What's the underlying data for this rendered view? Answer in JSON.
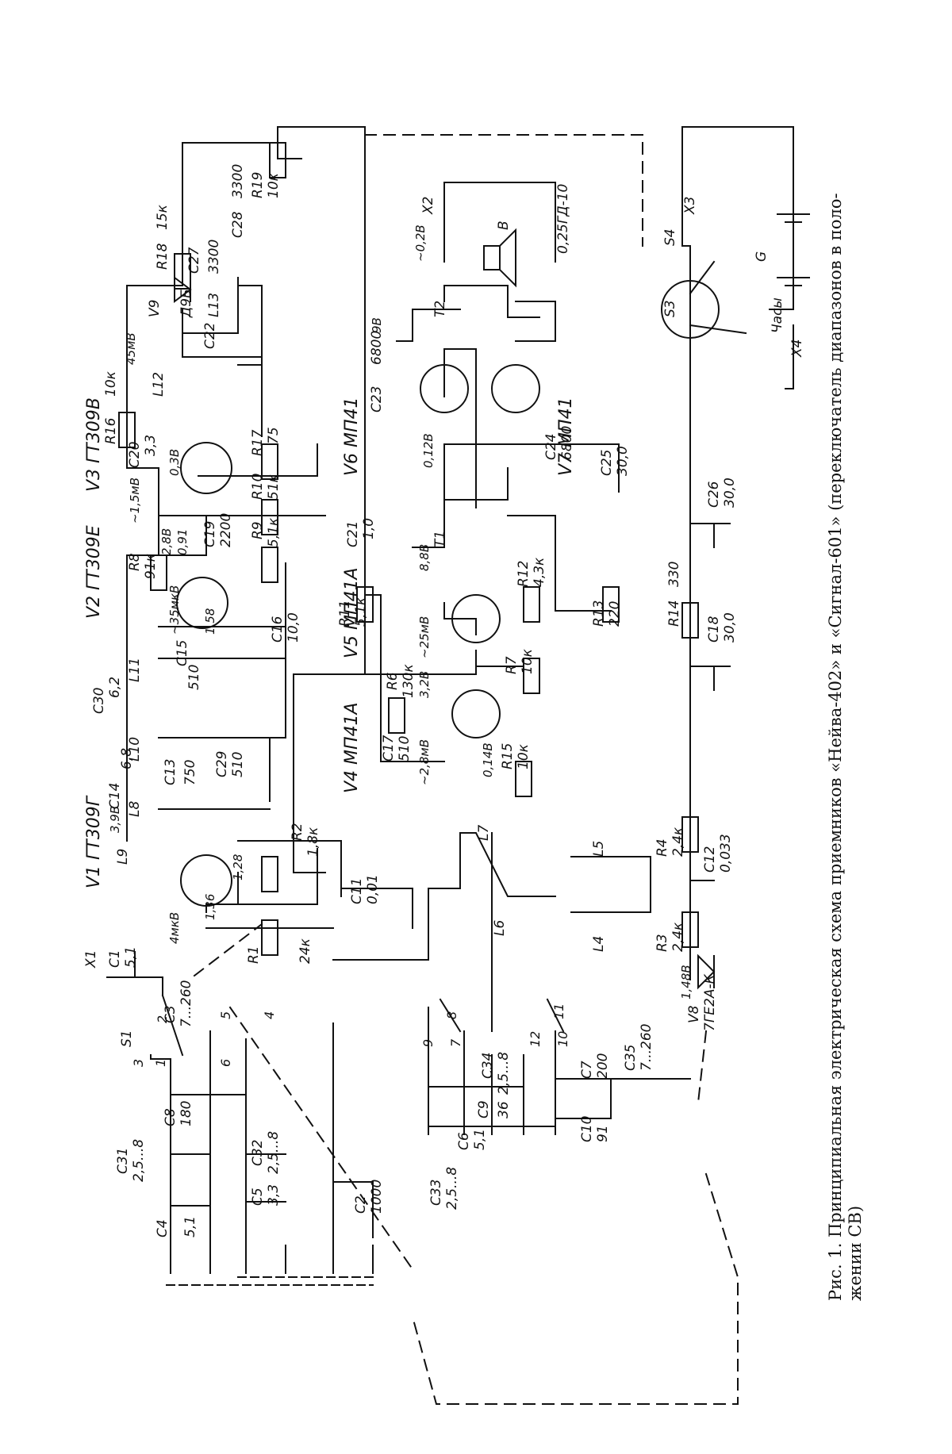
{
  "caption": {
    "line1": "Рис. 1. Принципиальная электрическая схема приемников «Нейва-402» и «Сигнал-601» (переключатель диапазонов в поло-",
    "line2": "жении СВ)"
  },
  "transistors": {
    "v1": "V1 ГТ309Г",
    "v2": "V2 ГТ309Е",
    "v3": "V3 ГТ309В",
    "v4": "V4 МП41А",
    "v5": "V5 МП41А",
    "v6": "V6 МП41",
    "v7": "V7 МП41"
  },
  "components": {
    "x1": "X1",
    "c1": "C1",
    "c1_val": "5,1",
    "s1": "S1",
    "c3": "C3",
    "c3_val": "7...260",
    "c31": "C31",
    "c31_val": "2,5...8",
    "c8": "C8",
    "c8_val": "180",
    "c4": "C4",
    "c4_val": "5,1",
    "c5": "C5",
    "c5_val": "3,3",
    "c32": "C32",
    "c32_val": "2,5...8",
    "c2": "C2",
    "c2_val": "1000",
    "r1": "R1",
    "r1_val": "24к",
    "r2": "R2",
    "r2_val": "1,8к",
    "c11": "C11",
    "c11_val": "0,01",
    "c14": "C14",
    "c14_val": "6,8",
    "c13": "C13",
    "c13_val": "750",
    "c29": "C29",
    "c29_val": "510",
    "c30": "C30",
    "c30_val": "6,2",
    "c15": "C15",
    "c15_val": "510",
    "c16": "C16",
    "c16_val": "10,0",
    "r8": "R8",
    "r8_val": "91к",
    "r9": "R9",
    "r9_val": "5,1к",
    "r10": "R10",
    "r10_val": "51к",
    "c19": "C19",
    "c19_val": "2200",
    "c20": "C20",
    "c20_val": "3,3",
    "r16": "R16",
    "r16_val": "10к",
    "r17": "R17",
    "r17_val": "75",
    "c22": "C22",
    "c21": "C21",
    "c21_val": "1,0",
    "r11": "R11",
    "r11_val": "5,1к",
    "r6": "R6",
    "r6_val": "130к",
    "c17": "C17",
    "c17_val": "510",
    "r15": "R15",
    "r15_val": "10к",
    "r7": "R7",
    "r7_val": "10к",
    "r12": "R12",
    "r12_val": "4,3к",
    "r13": "R13",
    "r13_val": "220",
    "r14": "R14",
    "r14_val": "330",
    "c18": "C18",
    "c18_val": "30,0",
    "c26": "C26",
    "c26_val": "30,0",
    "c23": "C23",
    "c23_val": "6800",
    "c24": "C24",
    "c24_val": "6800",
    "c25": "C25",
    "c25_val": "30,0",
    "t1": "T1",
    "t2": "T2",
    "b": "B",
    "b_val": "0,25ГД-10",
    "x2": "X2",
    "x3": "X3",
    "x4": "X4",
    "s3": "S3",
    "s4": "S4",
    "g": "G",
    "chasy": "Часы",
    "r18": "R18",
    "r18_val": "15к",
    "c27": "C27",
    "c27_val": "3300",
    "c28": "C28",
    "c28_val": "3300",
    "r19": "R19",
    "r19_val": "10к",
    "v9": "V9",
    "v9_val": "Д9Б",
    "l12": "L12",
    "l13": "L13",
    "l11": "L11",
    "l10": "L10",
    "l8": "L8",
    "l9": "L9",
    "l7": "L7",
    "l6": "L6",
    "l5": "L5",
    "l4": "L4",
    "r4": "R4",
    "r4_val": "2,4к",
    "r3": "R3",
    "r3_val": "2,4к",
    "c12": "C12",
    "c12_val": "0,033",
    "v8": "V8",
    "v8_val": "7ГЕ2А-К",
    "c34": "C34",
    "c34_val": "2,5...8",
    "c9": "C9",
    "c9_val": "36",
    "c6": "C6",
    "c6_val": "5,1",
    "c33": "C33",
    "c33_val": "2,5...8",
    "c7": "C7",
    "c7_val": "200",
    "c10": "C10",
    "c10_val": "91",
    "c35": "C35",
    "c35_val": "7...260"
  },
  "voltages": {
    "v_39": "3,9В",
    "v_128": "1,28",
    "v_136": "1,36",
    "v_4mkv": "4мкВ",
    "v_288": "2,8В",
    "v_091": "0,91",
    "v_158": "1,58",
    "v_35mkv": "~35мкВ",
    "v_03": "0,3В",
    "v_15mv": "~1,5мВ",
    "v_45mv": "45мВ",
    "v_32": "3,2В",
    "v_25mv": "~25мВ",
    "v_28mv": "~2,8мВ",
    "v_014": "0,14В",
    "v_88": "8,8В",
    "v_012": "0,12В",
    "v_9": "9В",
    "v_02": "~0,2В",
    "v_148": "1,48В"
  },
  "pins": [
    "1",
    "2",
    "3",
    "4",
    "5",
    "6",
    "7",
    "8",
    "9",
    "10",
    "11",
    "12"
  ]
}
